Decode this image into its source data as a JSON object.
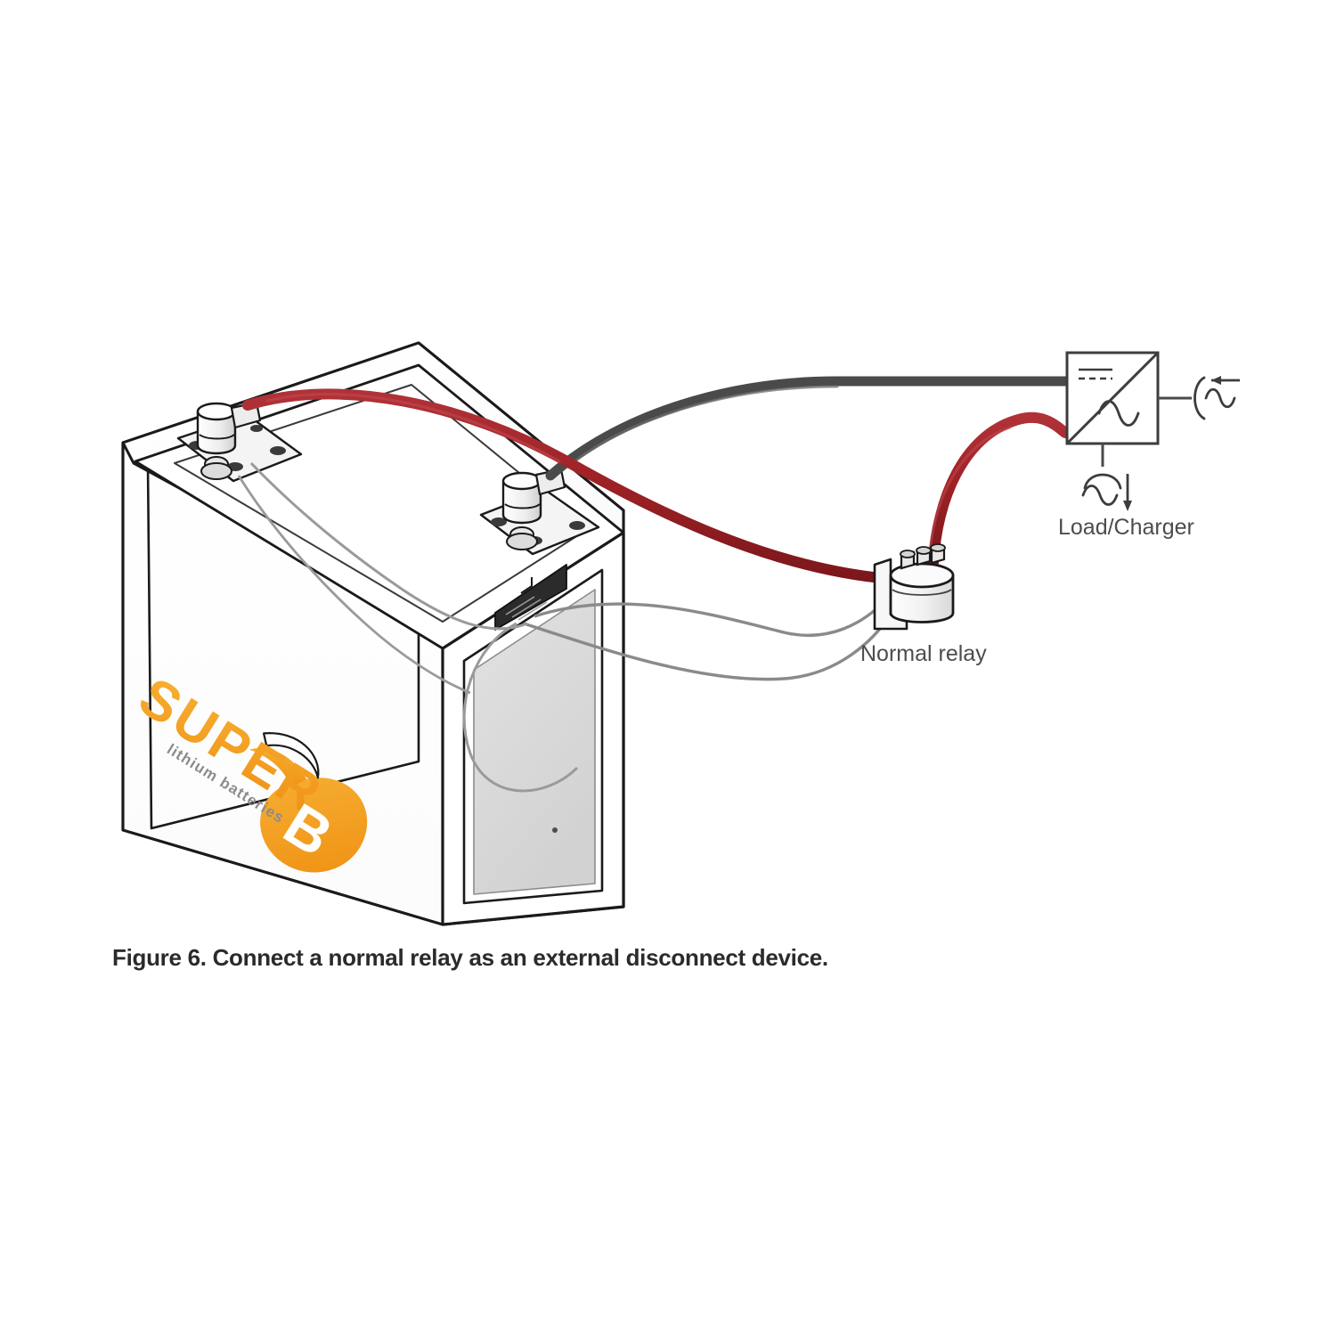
{
  "figure": {
    "caption": "Figure 6. Connect a normal relay as an external disconnect device.",
    "caption_number": "Figure 6.",
    "background_color": "#ffffff"
  },
  "labels": {
    "relay": "Normal relay",
    "load_charger": "Load/Charger"
  },
  "battery": {
    "brand_name": "SUPER",
    "brand_letter": "B",
    "tagline": "lithium batteries",
    "body_color": "#ffffff",
    "panel_color": "#d9d9d9",
    "outline_color": "#1a1a1a",
    "logo_color": "#f5a21e",
    "terminals": [
      {
        "name": "positive-terminal",
        "cable": "red"
      },
      {
        "name": "negative-terminal",
        "cable": "dark"
      }
    ],
    "communication_port": "connector-port"
  },
  "cables": {
    "positive": {
      "name": "red-positive-cable",
      "color": "#9e2226",
      "from": "battery-positive-terminal",
      "via": "normal-relay",
      "to": "inverter-dc-input"
    },
    "negative": {
      "name": "dark-negative-cable",
      "color": "#4a4a4a",
      "from": "battery-negative-terminal",
      "to": "inverter-dc-input"
    },
    "signal": {
      "name": "relay-signal-wires",
      "color": "#7a7a7a",
      "count": 2,
      "from": "battery-communication-port",
      "to": "normal-relay"
    }
  },
  "relay": {
    "name": "normal-relay",
    "body_color": "#f2f2f2",
    "outline_color": "#1a1a1a"
  },
  "inverter": {
    "name": "inverter-charger",
    "dc_symbol": "dc-solid-dashed-line",
    "ac_symbol": "ac-sine-wave",
    "divider": "diagonal-divider",
    "outline_color": "#3d3d3d",
    "ac_input_symbol": "ac-input-arrow-left",
    "load_output_symbol": "ac-load-arrow-down"
  }
}
